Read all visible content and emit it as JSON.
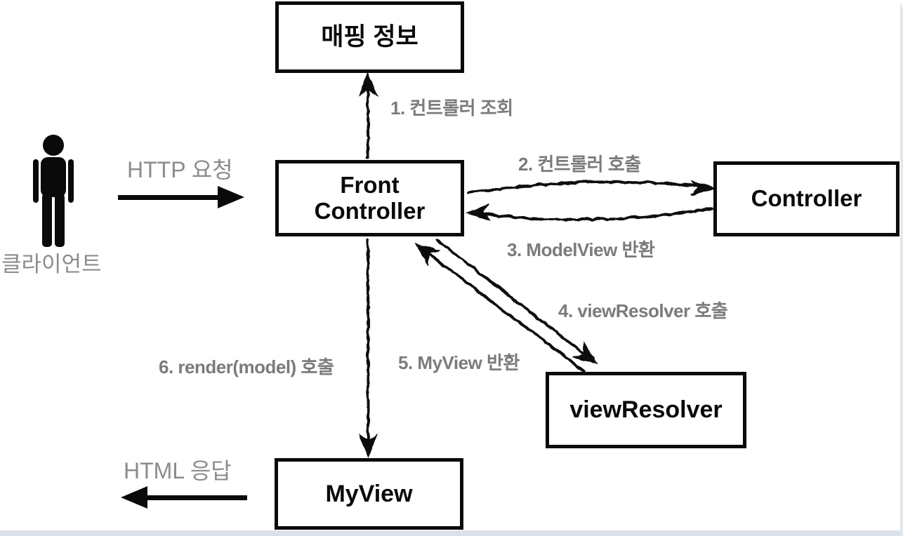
{
  "diagram": {
    "boxes": {
      "mapping": {
        "label": "매핑 정보"
      },
      "front_controller": {
        "label_lines": [
          "Front",
          "Controller"
        ]
      },
      "controller": {
        "label": "Controller"
      },
      "view_resolver": {
        "label": "viewResolver"
      },
      "my_view": {
        "label": "MyView"
      }
    },
    "actor": {
      "icon": "person-icon",
      "label": "클라이언트"
    },
    "flow_labels": {
      "step1": "1. 컨트롤러 조회",
      "step2": "2. 컨트롤러 호출",
      "step3": "3. ModelView 반환",
      "step4": "4. viewResolver 호출",
      "step5": "5. MyView 반환",
      "step6": "6. render(model) 호출",
      "http_request": "HTTP 요청",
      "html_response": "HTML 응답"
    },
    "colors": {
      "box_border": "#0a0a0a",
      "step_label_gray": "#7b7b7b",
      "soft_label_gray": "#8c8c8c",
      "bottom_strip": "#dbe1e8"
    }
  }
}
